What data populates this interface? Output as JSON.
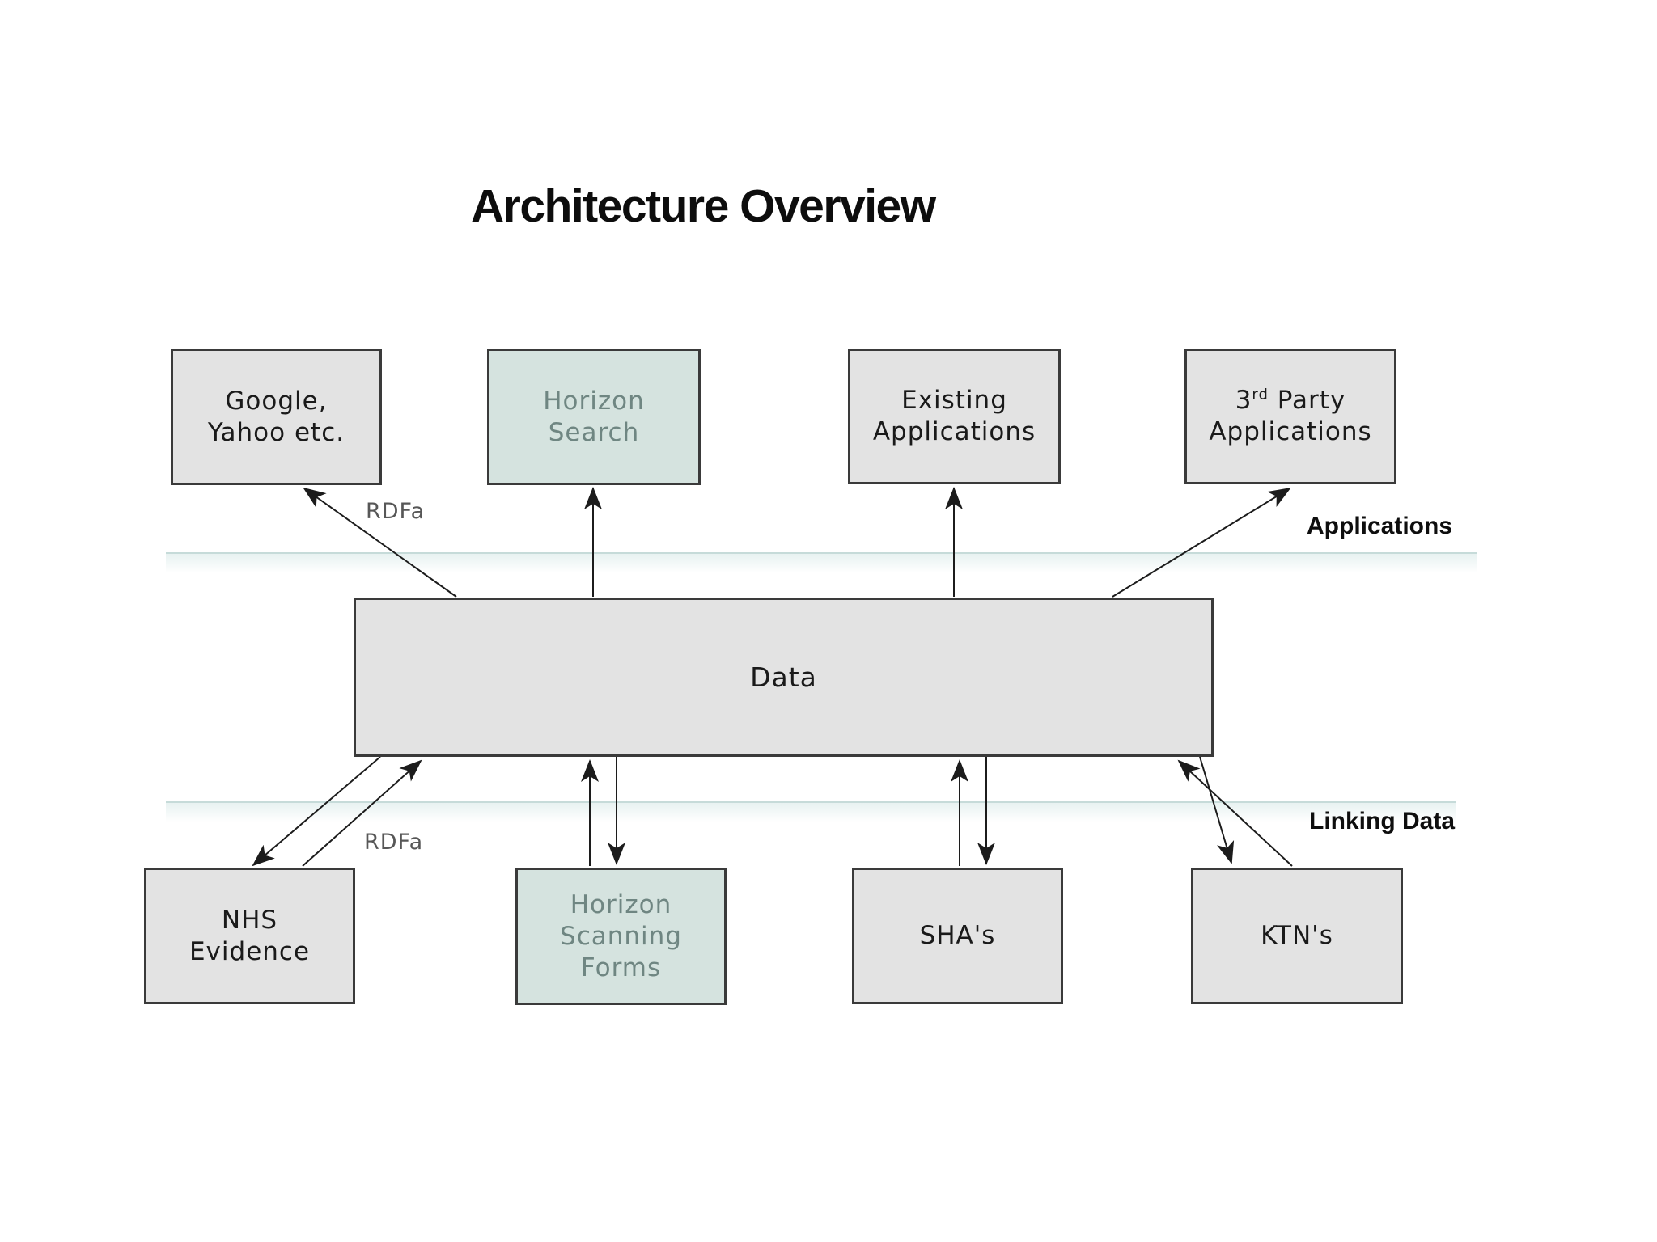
{
  "title": "Architecture Overview",
  "section_labels": {
    "applications": "Applications",
    "linking_data": "Linking Data"
  },
  "annotations": {
    "rdfa_top": "RDFa",
    "rdfa_bottom": "RDFa"
  },
  "nodes": {
    "google_yahoo": {
      "line1": "Google,",
      "line2": "Yahoo etc."
    },
    "horizon_search": {
      "line1": "Horizon",
      "line2": "Search"
    },
    "existing_applications": {
      "line1": "Existing",
      "line2": "Applications"
    },
    "third_party_applications": {
      "number": "3",
      "ordinal_suffix": "rd",
      "line1_rest": " Party",
      "line2": "Applications"
    },
    "data_bus": {
      "label": "Data"
    },
    "nhs_evidence": {
      "line1": "NHS",
      "line2": "Evidence"
    },
    "horizon_scanning_forms": {
      "line1": "Horizon",
      "line2": "Scanning",
      "line3": "Forms"
    },
    "shas": {
      "label": "SHA's"
    },
    "ktns": {
      "label": "KTN's"
    }
  },
  "colors": {
    "node_fill_gray": "#e3e3e3",
    "node_fill_teal": "#d5e3df",
    "node_border": "#3a3a3a",
    "node_text": "#1a1a1a",
    "node_text_teal": "#6f8682",
    "divider_line": "#c6dbd9",
    "arrow": "#1c1c1c",
    "annotation_text": "#575757",
    "title_text": "#0d0d0d",
    "page_bg": "#ffffff"
  }
}
